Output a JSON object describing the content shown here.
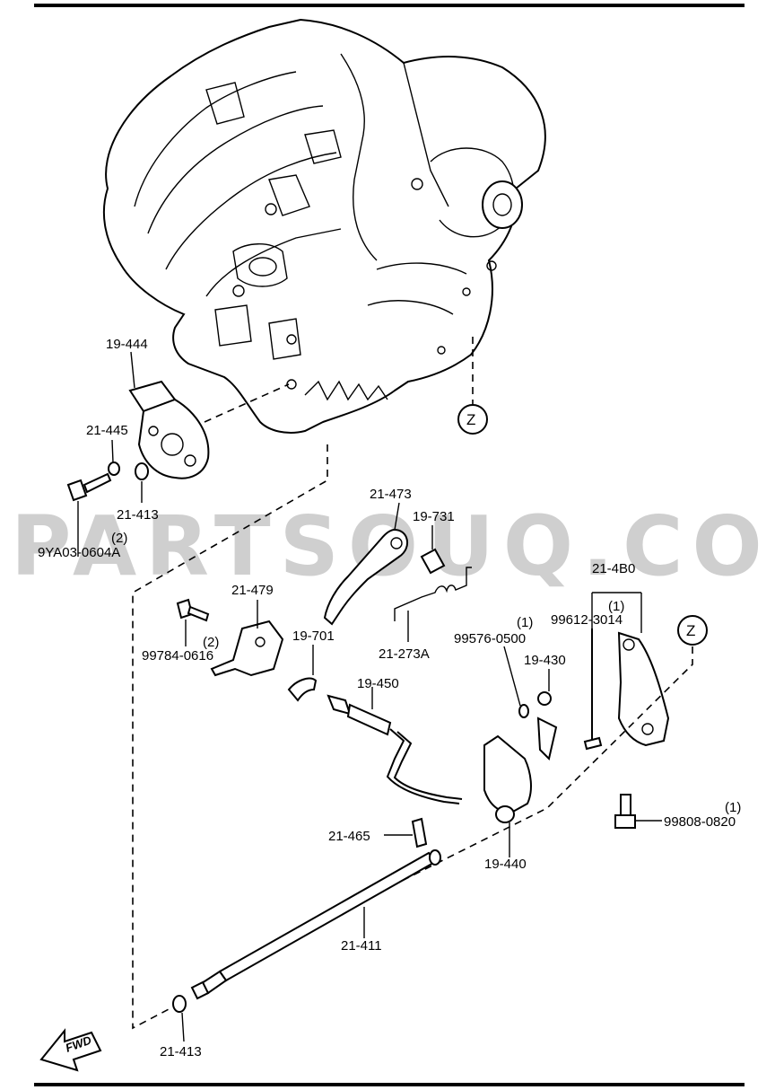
{
  "watermark": "PARTSOUQ.COM",
  "callouts": {
    "c19_444": "19-444",
    "c21_445": "21-445",
    "c21_413_top": "21-413",
    "c9ya03_qty": "(2)",
    "c9ya03": "9YA03-0604A",
    "c21_473": "21-473",
    "c19_731": "19-731",
    "c21_479": "21-479",
    "c99784_qty": "(2)",
    "c99784": "99784-0616",
    "c19_701": "19-701",
    "c21_273a": "21-273A",
    "c99576_qty": "(1)",
    "c99576": "99576-0500",
    "c21_4b0": "21-4B0",
    "c99612_qty": "(1)",
    "c99612": "99612-3014",
    "c19_430": "19-430",
    "c19_450": "19-450",
    "c21_465": "21-465",
    "c19_440": "19-440",
    "c99808_qty": "(1)",
    "c99808": "99808-0820",
    "c21_411": "21-411",
    "c21_413_bottom": "21-413"
  },
  "reference_marks": {
    "z_left": "Z",
    "z_right": "Z"
  },
  "direction_arrow": "FWD"
}
